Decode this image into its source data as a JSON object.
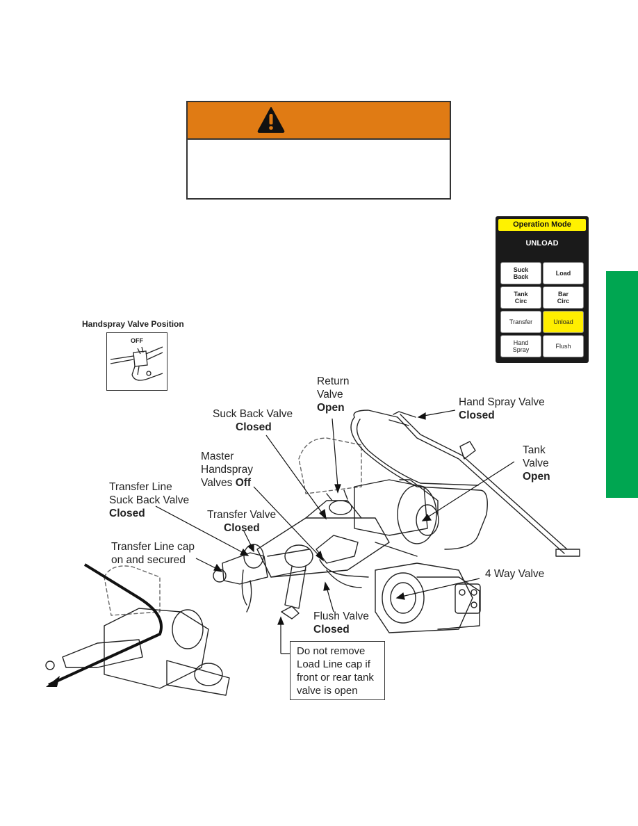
{
  "operation_panel": {
    "title": "Operation Mode",
    "mode": "UNLOAD",
    "buttons": [
      {
        "label1": "Suck",
        "label2": "Back"
      },
      {
        "label1": "Load",
        "label2": ""
      },
      {
        "label1": "Tank",
        "label2": "Circ"
      },
      {
        "label1": "Bar",
        "label2": "Circ"
      },
      {
        "label1": "Transfer",
        "label2": ""
      },
      {
        "label1": "Unload",
        "label2": ""
      },
      {
        "label1": "Hand",
        "label2": "Spray"
      },
      {
        "label1": "Flush",
        "label2": ""
      }
    ],
    "active": "Unload",
    "accent_color": "#fff200"
  },
  "warning": {
    "bar_color": "#e07b14",
    "icon": "warning-triangle-icon"
  },
  "side_tab_color": "#00a651",
  "handspray": {
    "title": "Handspray Valve Position",
    "position": "OFF"
  },
  "labels": {
    "return_valve": {
      "l1": "Return",
      "l2": "Valve",
      "state": "Open"
    },
    "hand_spray_valve": {
      "l1": "Hand Spray Valve",
      "state": "Closed"
    },
    "suck_back_valve": {
      "l1": "Suck Back Valve",
      "state": "Closed"
    },
    "tank_valve": {
      "l1": "Tank",
      "l2": "Valve",
      "state": "Open"
    },
    "master_handspray": {
      "l1": "Master",
      "l2": "Handspray",
      "l3": "Valves",
      "state": "Off"
    },
    "transfer_line_suck_back": {
      "l1": "Transfer Line",
      "l2": "Suck Back Valve",
      "state": "Closed"
    },
    "transfer_valve": {
      "l1": "Transfer Valve",
      "state": "Closed"
    },
    "transfer_line_cap": {
      "l1": "Transfer Line cap",
      "l2": "on and secured"
    },
    "four_way_valve": {
      "l1": "4 Way Valve"
    },
    "flush_valve": {
      "l1": "Flush Valve",
      "state": "Closed"
    }
  },
  "note": {
    "lines": [
      "Do not remove",
      "Load Line cap if",
      "front or rear tank",
      "valve is open"
    ]
  }
}
